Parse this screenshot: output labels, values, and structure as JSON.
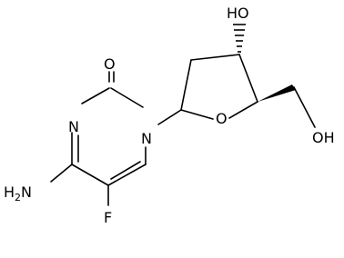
{
  "molecule": {
    "atoms": {
      "carbonyl_oxygen": "O",
      "ring_nitrogen_3": "N",
      "ring_nitrogen_1": "N",
      "amino_group": "H2N",
      "fluorine": "F",
      "ring_oxygen": "O",
      "hydroxyl_3": "HO",
      "hydroxyl_5": "OH"
    },
    "colors": {
      "ink": "#000000",
      "background": "#ffffff"
    }
  }
}
